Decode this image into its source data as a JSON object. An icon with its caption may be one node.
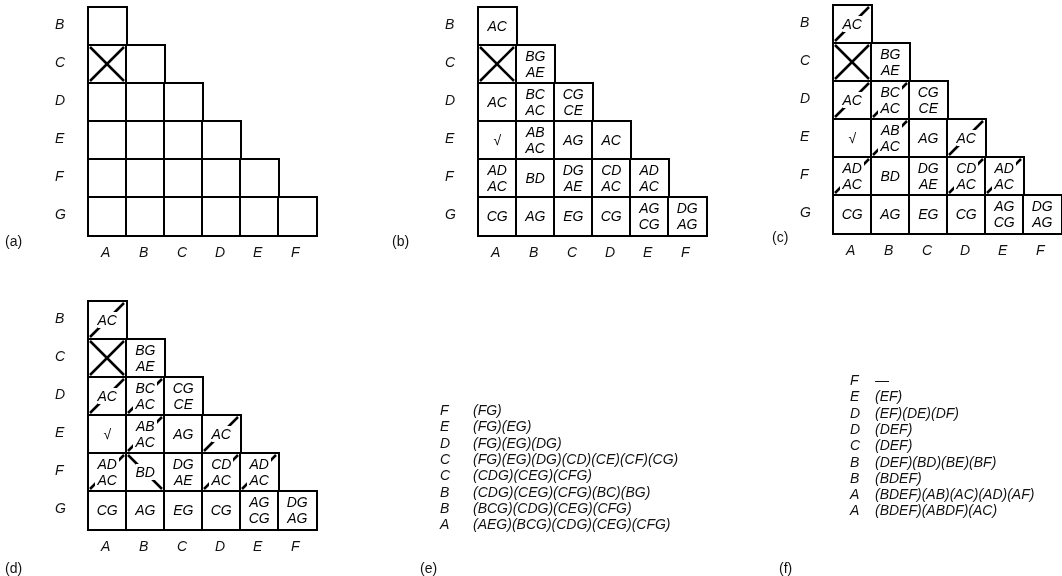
{
  "diagram": {
    "labels": [
      "B",
      "C",
      "D",
      "E",
      "F",
      "G",
      "A",
      "B",
      "C",
      "D",
      "E",
      "F",
      "(a)",
      "B",
      "C",
      "D",
      "E",
      "F",
      "G",
      "AC",
      "BG AE",
      "AC",
      "BC AC",
      "CG CE",
      "√",
      "AB AC",
      "AG",
      "AC",
      "AD AC",
      "BD",
      "DG AE",
      "CD AC",
      "AD AC",
      "CG",
      "AG",
      "EG",
      "CG",
      "AG CG",
      "DG AG",
      "A",
      "B",
      "C",
      "D",
      "E",
      "F",
      "(b)",
      "B",
      "C",
      "D",
      "E",
      "F",
      "G",
      "AC",
      "BG AE",
      "AC",
      "BC AC",
      "CG CE",
      "√",
      "AB AC",
      "AG",
      "AC",
      "AD AC",
      "BD",
      "DG AE",
      "CD AC",
      "AD AC",
      "CG",
      "AG",
      "EG",
      "CG",
      "AG CG",
      "DG AG",
      "A",
      "B",
      "C",
      "D",
      "E",
      "F",
      "(c)",
      "B",
      "C",
      "D",
      "E",
      "F",
      "G",
      "AC",
      "BG AE",
      "AC",
      "BC AC",
      "CG CE",
      "√",
      "AB AC",
      "AG",
      "AC",
      "AD AC",
      "BD",
      "DG AE",
      "CD AC",
      "AD AC",
      "CG",
      "AG",
      "EG",
      "CG",
      "AG CG",
      "DG AG",
      "A",
      "B",
      "C",
      "D",
      "E",
      "F",
      "(d)",
      "F",
      "(FG)",
      "E",
      "(FG)(EG)",
      "D",
      "(FG)(EG)(DG)",
      "C",
      "(FG)(EG)(DG)(CD)(CE)(CF)(CG)",
      "C",
      "(CDG)(CEG)(CFG)",
      "B",
      "(CDG)(CEG)(CFG)(BC)(BG)",
      "B",
      "(BCG)(CDG)(CEG)(CFG)",
      "A",
      "(AEG)(BCG)(CDG)(CEG)(CFG)",
      "(e)",
      "F",
      "—",
      "E",
      "(EF)",
      "D",
      "(EF)(DE)(DF)",
      "D",
      "(DEF)",
      "C",
      "(DEF)",
      "B",
      "(DEF)(BD)(BE)(BF)",
      "B",
      "(BDEF)",
      "A",
      "(BDEF)(AB)(AC)(AD)(AF)",
      "A",
      "(BDEF)(ABDF)(AC)",
      "(f)"
    ]
  }
}
